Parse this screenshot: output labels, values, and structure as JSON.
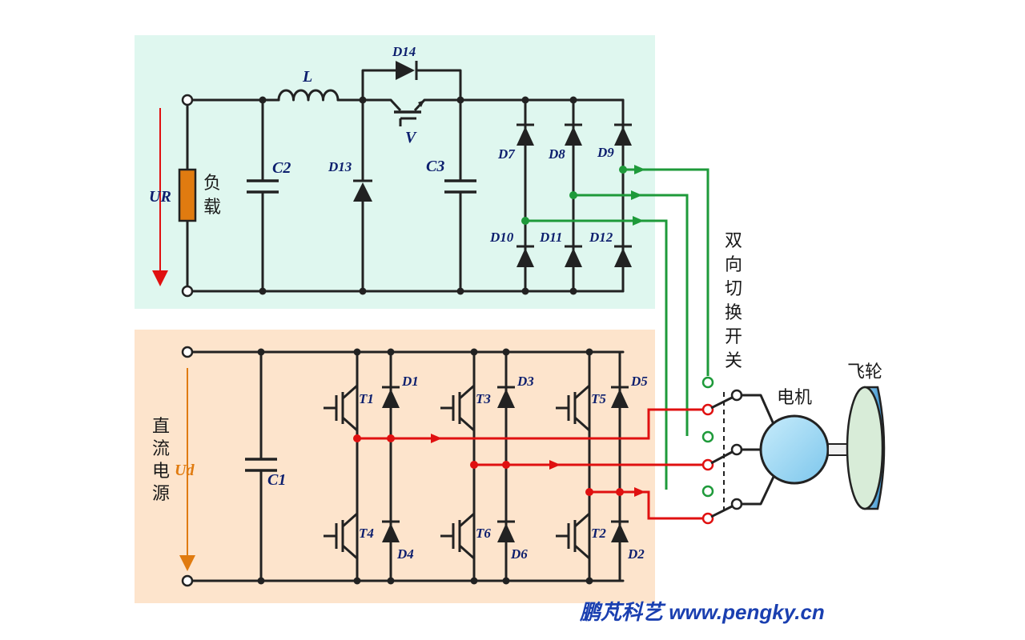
{
  "labels": {
    "inductor": "L",
    "d14": "D14",
    "transistor_v": "V",
    "c2": "C2",
    "c3": "C3",
    "d13": "D13",
    "d7": "D7",
    "d8": "D8",
    "d9": "D9",
    "d10": "D10",
    "d11": "D11",
    "d12": "D12",
    "ur": "UR",
    "load": "负载",
    "switch": "双向切换开关",
    "motor": "电机",
    "flywheel": "飞轮",
    "dc_source": "直流电源",
    "ud": "Ud",
    "c1": "C1",
    "t1": "T1",
    "t3": "T3",
    "t5": "T5",
    "t4": "T4",
    "t6": "T6",
    "t2": "T2",
    "d1": "D1",
    "d3": "D3",
    "d5": "D5",
    "d4": "D4",
    "d6": "D6",
    "d2": "D2"
  },
  "watermark": "鹏芃科艺 www.pengky.cn",
  "colors": {
    "top_panel": "#dff7ef",
    "bottom_panel": "#fde4cc",
    "wire": "#222222",
    "green_wire": "#1e9a3a",
    "red_wire": "#e01010",
    "ur_arrow": "#e01010",
    "ud_arrow": "#e07b10",
    "load_resistor": "#e07b10",
    "motor_fill": "#a8dcf5",
    "flywheel_face": "#d8ecd8",
    "flywheel_rim": "#4aa8e0",
    "label_text": "#0d1f6e",
    "watermark": "#1a3fb0"
  }
}
